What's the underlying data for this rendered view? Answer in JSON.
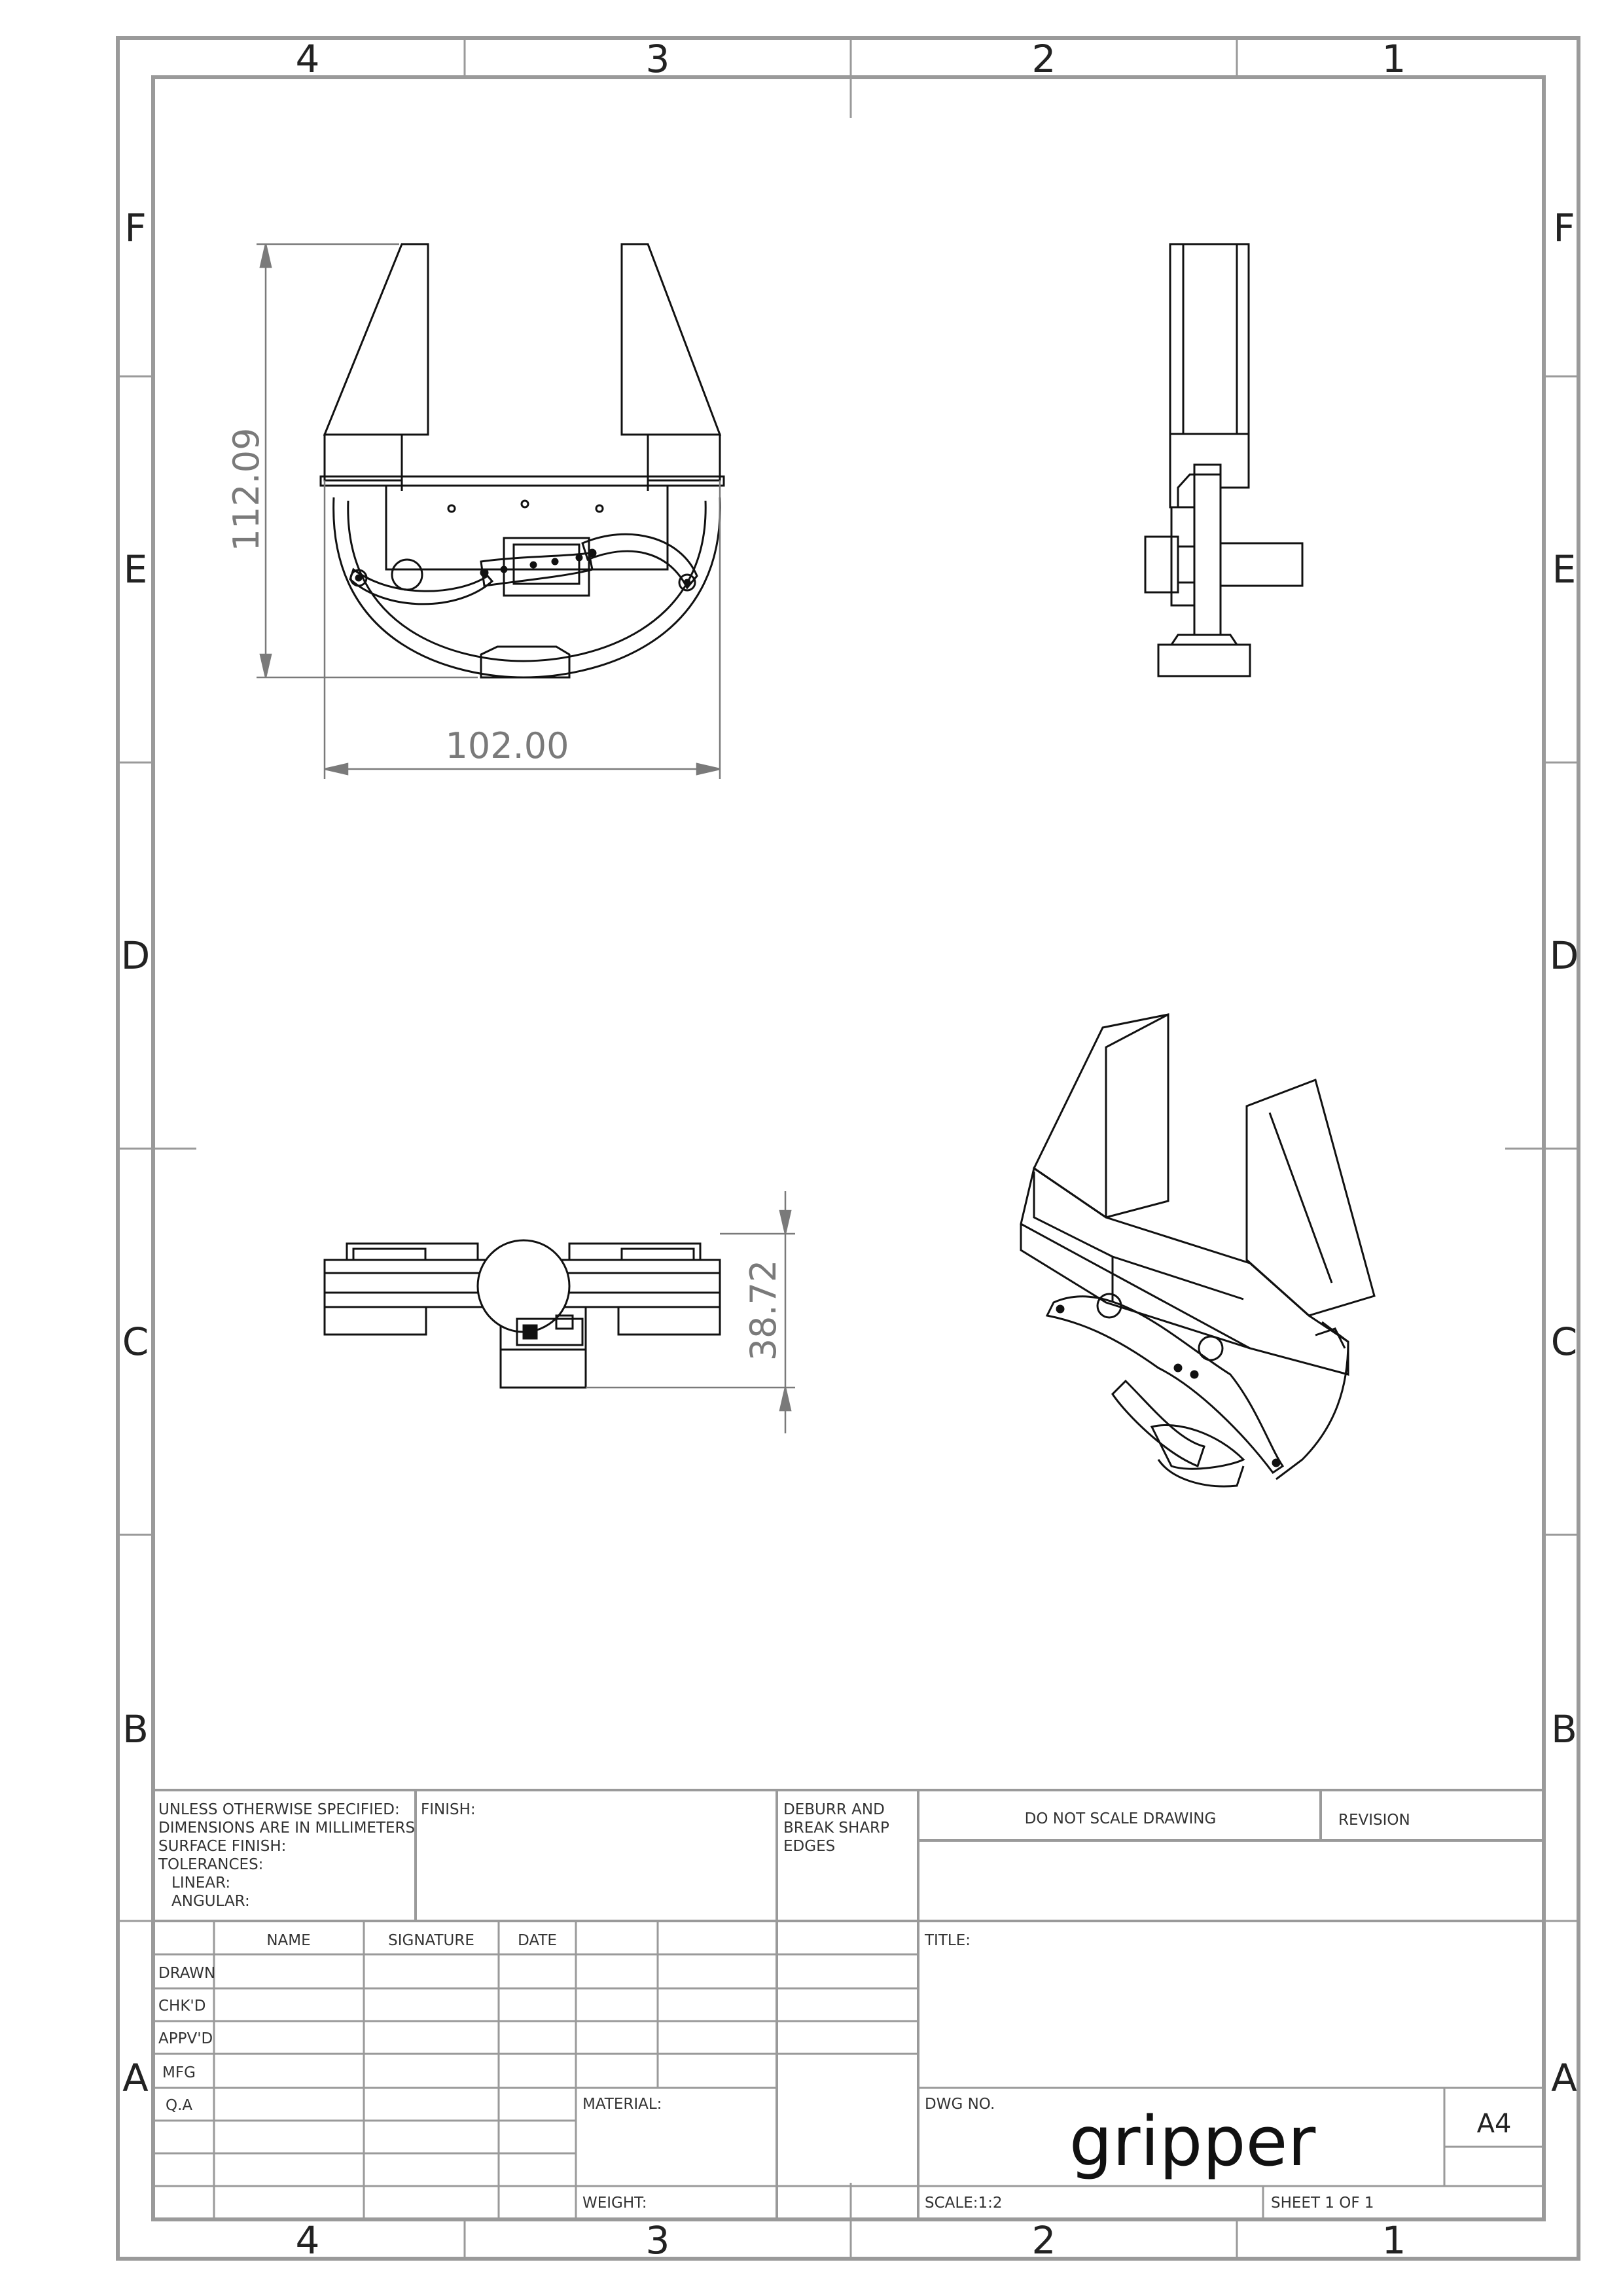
{
  "sheet": {
    "zones": {
      "top": [
        "4",
        "3",
        "2",
        "1"
      ],
      "bottom": [
        "4",
        "3",
        "2",
        "1"
      ],
      "left": [
        "F",
        "E",
        "D",
        "C",
        "B",
        "A"
      ],
      "right": [
        "F",
        "E",
        "D",
        "C",
        "B",
        "A"
      ]
    }
  },
  "dimensions": {
    "front_height": "112.09",
    "front_width": "102.00",
    "top_depth": "38.72"
  },
  "title_block": {
    "notes": [
      "UNLESS OTHERWISE SPECIFIED:",
      "DIMENSIONS ARE IN MILLIMETERS",
      "SURFACE FINISH:",
      "TOLERANCES:",
      "LINEAR:",
      "ANGULAR:"
    ],
    "finish_label": "FINISH:",
    "deburr": [
      "DEBURR AND",
      "BREAK SHARP",
      "EDGES"
    ],
    "do_not_scale": "DO NOT SCALE DRAWING",
    "revision_label": "REVISION",
    "columns": {
      "name": "NAME",
      "signature": "SIGNATURE",
      "date": "DATE"
    },
    "rows": [
      "DRAWN",
      "CHK'D",
      "APPV'D",
      "MFG",
      "Q.A"
    ],
    "title_label": "TITLE:",
    "material_label": "MATERIAL:",
    "weight_label": "WEIGHT:",
    "dwg_no_label": "DWG NO.",
    "dwg_no": "gripper",
    "size": "A4",
    "scale": "SCALE:1:2",
    "sheet_of": "SHEET 1 OF 1"
  }
}
